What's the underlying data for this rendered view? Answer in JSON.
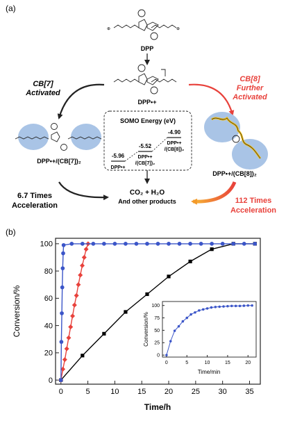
{
  "panel_a": {
    "label": "(a)",
    "dpp": "DPP",
    "dpp_radical": "DPP•+",
    "cb7_line1": "CB[7]",
    "cb7_line2": "Activated",
    "cb8_line1": "CB[8]",
    "cb8_line2": "Further",
    "cb8_line3": "Activated",
    "somo_title": "SOMO Energy (eV)",
    "e1": "-5.96",
    "e2": "-5.52",
    "e3": "-4.90",
    "lvl1": "DPP•+",
    "lvl2a": "DPP•+",
    "lvl2b": "/(CB[7])₂",
    "lvl3a": "DPP•+",
    "lvl3b": "/(CB[8])₂",
    "left_complex": "DPP•+/(CB[7])₂",
    "right_complex": "DPP•+/(CB[8])₂",
    "left_rate_1": "6.7 Times",
    "left_rate_2": "Acceleration",
    "right_rate_1": "112 Times",
    "right_rate_2": "Acceleration",
    "prod_1": "CO₂ + H₂O",
    "prod_2": "And other products",
    "colors": {
      "red": "#e8413b",
      "blue_cb": "#a9c4e6",
      "orange": "#f39a2b",
      "yellow": "#f5c21b"
    }
  },
  "panel_b": {
    "label": "(b)"
  },
  "chart_data": [
    {
      "type": "line",
      "xlabel": "Time/h",
      "ylabel": "Conversion/%",
      "xlim": [
        -1,
        37
      ],
      "ylim": [
        -3,
        104
      ],
      "xticks": [
        "0",
        "5",
        "10",
        "15",
        "20",
        "25",
        "30",
        "35"
      ],
      "yticks": [
        "0",
        "20",
        "40",
        "60",
        "80",
        "100"
      ],
      "series": [
        {
          "color": "#000000",
          "marker": "square",
          "x": [
            0,
            4,
            8,
            12,
            16,
            20,
            24,
            28,
            32,
            36
          ],
          "y": [
            0,
            18,
            34,
            50,
            63,
            76,
            87,
            96,
            100,
            100
          ]
        },
        {
          "color": "#e8413b",
          "marker": "diamond",
          "x": [
            0,
            0.36,
            0.72,
            1.08,
            1.44,
            1.8,
            2.16,
            2.52,
            2.88,
            3.24,
            3.6,
            3.96,
            4.32,
            4.68,
            5.04
          ],
          "y": [
            0,
            8,
            15,
            23,
            31,
            39,
            47,
            55,
            62,
            70,
            77,
            84,
            90,
            96,
            100
          ]
        },
        {
          "color": "#3b55c8",
          "marker": "circle",
          "x": [
            0,
            0.083,
            0.167,
            0.25,
            0.333,
            0.417,
            0.5,
            2,
            4,
            6,
            8,
            10,
            12,
            14,
            16,
            18,
            20,
            22,
            24,
            26,
            28,
            30,
            32,
            34,
            36
          ],
          "y": [
            0,
            28,
            49,
            68,
            82,
            93,
            99,
            100,
            100,
            100,
            100,
            100,
            100,
            100,
            100,
            100,
            100,
            100,
            100,
            100,
            100,
            100,
            100,
            100,
            100
          ]
        }
      ]
    },
    {
      "type": "line",
      "xlabel": "Time/min",
      "ylabel": "Conversion/%",
      "xlim": [
        -1,
        22
      ],
      "ylim": [
        -4,
        108
      ],
      "xticks": [
        "0",
        "5",
        "10",
        "15",
        "20"
      ],
      "yticks": [
        "0",
        "25",
        "50",
        "75",
        "100"
      ],
      "series": [
        {
          "color": "#3b55c8",
          "marker": "circle",
          "x": [
            0,
            1,
            2,
            3,
            4,
            5,
            6,
            7,
            8,
            9,
            10,
            11,
            12,
            13,
            14,
            15,
            16,
            17,
            18,
            19,
            20,
            21
          ],
          "y": [
            0,
            28,
            49,
            58,
            68,
            75,
            82,
            86,
            90,
            92,
            94,
            96,
            97,
            97.5,
            98,
            98.5,
            99,
            99,
            99,
            99.5,
            100,
            100
          ]
        }
      ]
    }
  ]
}
